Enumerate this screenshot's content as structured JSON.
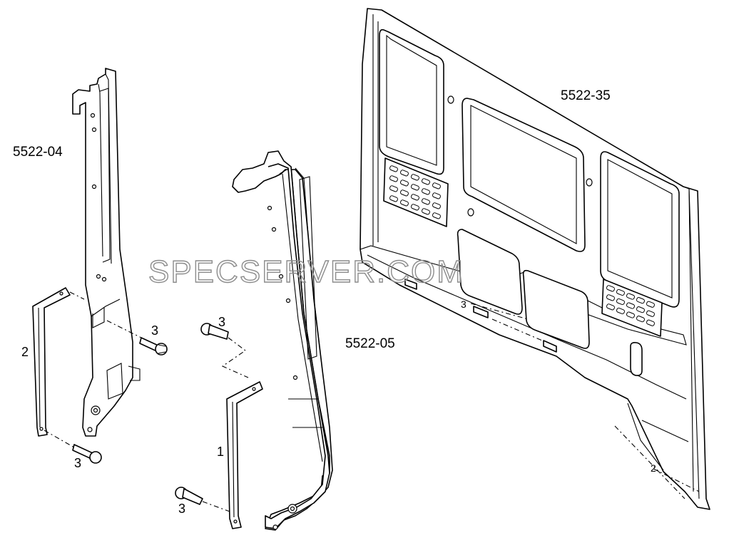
{
  "diagram": {
    "watermark": "SPECSERVER.COM",
    "assembly_labels": {
      "left_pillar": "5522-04",
      "center_pillar": "5522-05",
      "rear_panel": "5522-35"
    },
    "callouts": {
      "bracket_1": "1",
      "bracket_2": "2",
      "bolt_left_upper": "3",
      "bolt_left_lower": "3",
      "bolt_center_upper": "3",
      "bolt_center_lower": "3",
      "panel_ref_3": "3",
      "panel_ref_2": "2"
    }
  }
}
